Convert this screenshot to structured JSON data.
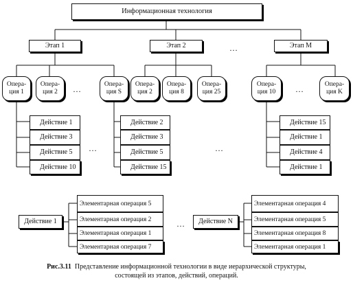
{
  "root": "Информационная технология",
  "stages": [
    "Этап 1",
    "Этап 2",
    "Этап M"
  ],
  "operations": {
    "stage1": [
      "Опера-\nция 1",
      "Опера-\nция 2",
      "Опера-\nция S"
    ],
    "stage2": [
      "Опера-\nция 2",
      "Опера-\nция 8",
      "Опера-\nция 25"
    ],
    "stageM": [
      "Опера-\nция 10",
      "Опера-\nция K"
    ]
  },
  "actions": {
    "op1": [
      "Действие  1",
      "Действие  3",
      "Действие  5",
      "Действие  10"
    ],
    "opS": [
      "Действие  2",
      "Действие  3",
      "Действие  5",
      "Действие  15"
    ],
    "op10": [
      "Действие  15",
      "Действие  1",
      "Действие  4",
      "Действие  1"
    ]
  },
  "action_details": {
    "left": {
      "action": "Действие  1",
      "elementary": [
        "Элементарная операция 5",
        "Элементарная операция 2",
        "Элементарная операция 1",
        "Элементарная операция 7"
      ]
    },
    "right": {
      "action": "Действие  N",
      "elementary": [
        "Элементарная операция 4",
        "Элементарная операция 5",
        "Элементарная операция 8",
        "Элементарная операция 1"
      ]
    }
  },
  "ellipsis": "…",
  "caption": {
    "label": "Рис.3.11",
    "line1": "Представление информационной технологии в виде иерархической структуры,",
    "line2": "состоящей из этапов, действий, операций."
  }
}
